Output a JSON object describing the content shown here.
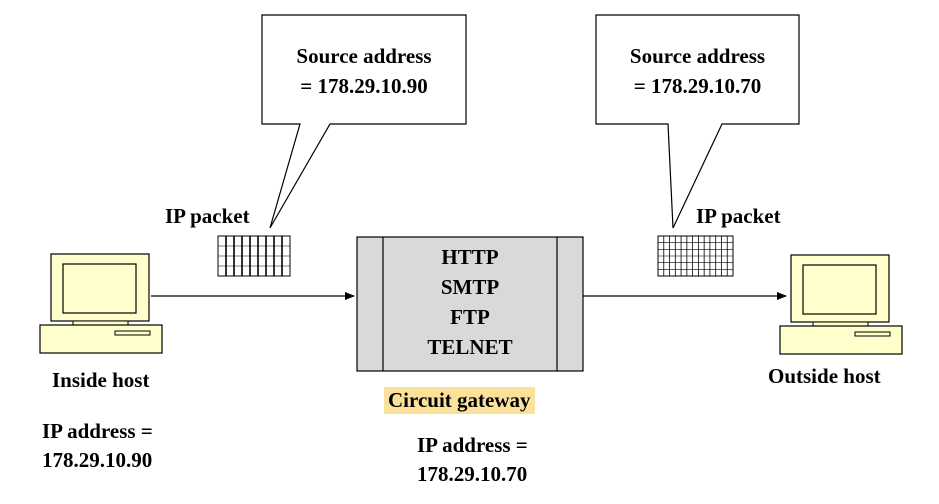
{
  "inside_callout": {
    "line1": "Source address",
    "line2": "= 178.29.10.90"
  },
  "outside_callout": {
    "line1": "Source address",
    "line2": "= 178.29.10.70"
  },
  "inside_packet_label": "IP packet",
  "outside_packet_label": "IP packet",
  "gateway": {
    "protocols": [
      "HTTP",
      "SMTP",
      "FTP",
      "TELNET"
    ],
    "label": "Circuit gateway",
    "ip_line1": "IP address =",
    "ip_line2": "178.29.10.70"
  },
  "inside_host": {
    "label": "Inside host",
    "ip_line1": "IP address =",
    "ip_line2": "178.29.10.90"
  },
  "outside_host": {
    "label": "Outside host"
  },
  "colors": {
    "monitor_fill": "#ffffcc",
    "gateway_fill": "#d9d9d9",
    "gateway_label_bg": "#fbe29b",
    "stroke": "#000000"
  }
}
